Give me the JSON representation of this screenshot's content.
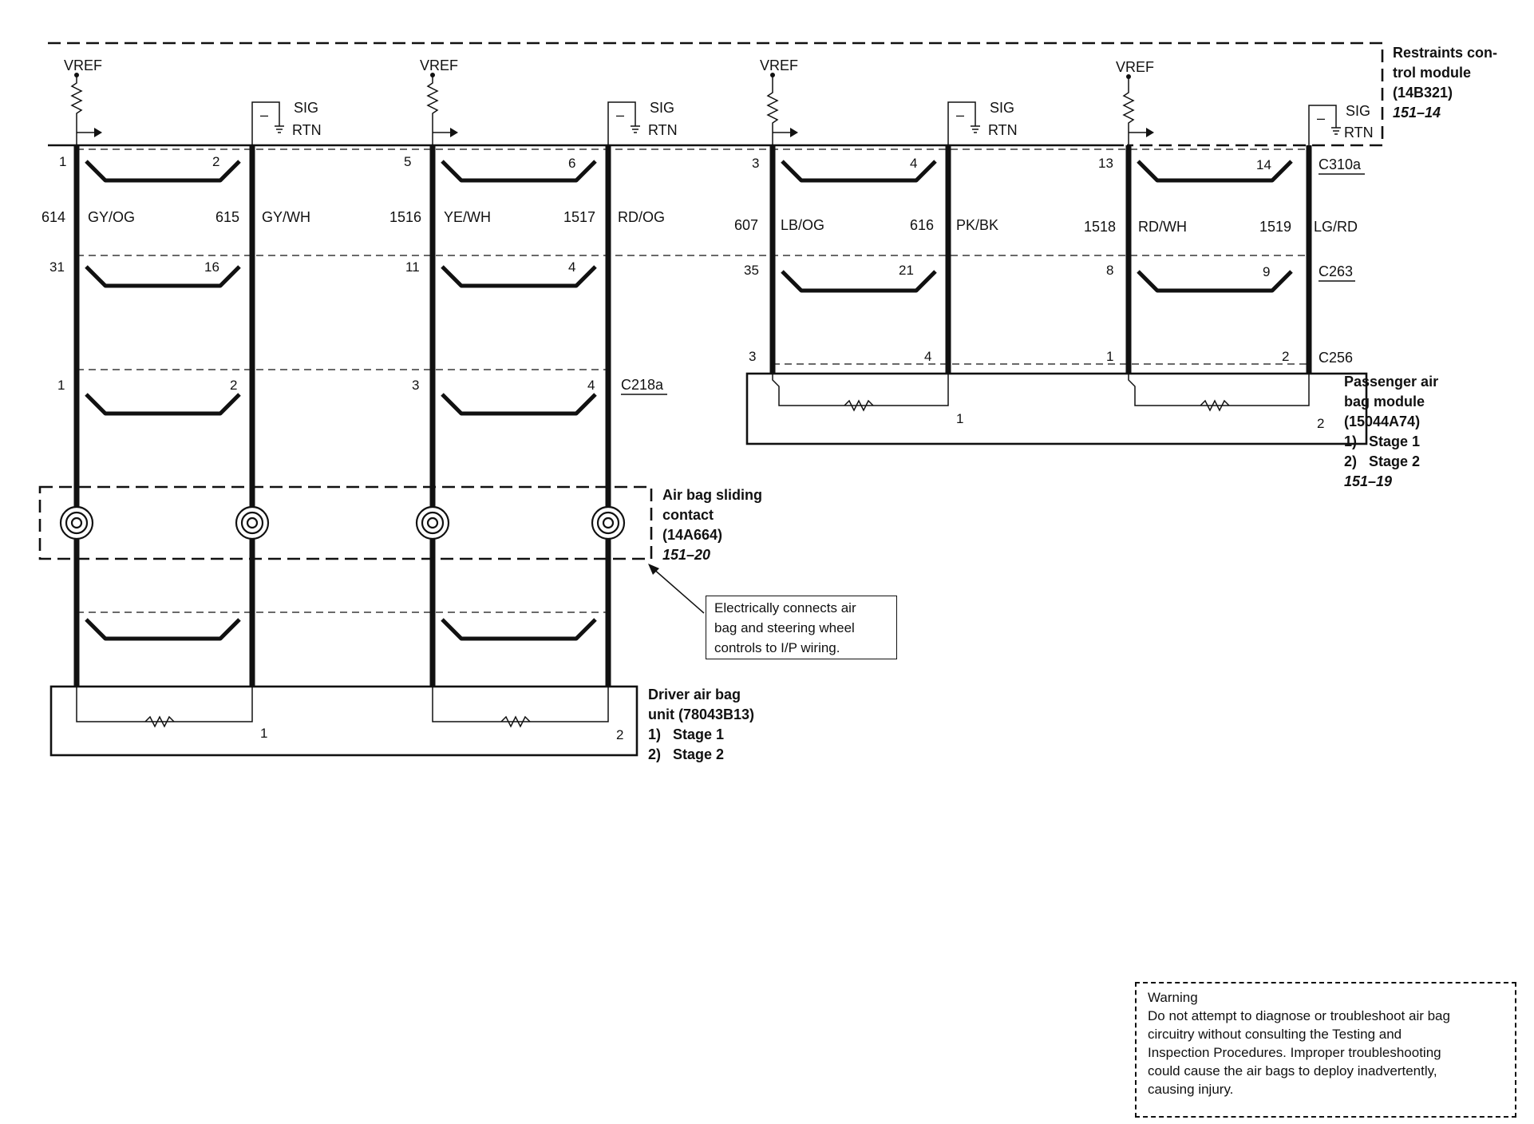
{
  "modules": {
    "rcm": {
      "lines": [
        "Restraints con-",
        "trol module",
        "(14B321)"
      ],
      "ref": "151–14"
    },
    "passenger": {
      "lines": [
        "Passenger air",
        "bag module",
        "(15044A74)",
        "1)   Stage 1",
        "2)   Stage 2"
      ],
      "ref": "151–19"
    },
    "sliding": {
      "lines": [
        "Air bag sliding",
        "contact",
        "(14A664)"
      ],
      "ref": "151–20"
    },
    "driver": {
      "lines": [
        "Driver air bag",
        "unit (78043B13)",
        "1)   Stage 1",
        "2)   Stage 2"
      ]
    }
  },
  "rcm_labels": {
    "vref": [
      "VREF",
      "VREF",
      "VREF",
      "VREF"
    ],
    "sig": [
      "SIG",
      "SIG",
      "SIG",
      "SIG"
    ],
    "rtn": [
      "RTN",
      "RTN",
      "RTN",
      "RTN"
    ],
    "minus": [
      "–",
      "–",
      "–",
      "–"
    ]
  },
  "connectors": {
    "c310a": {
      "name": "C310a",
      "pins": [
        "1",
        "2",
        "5",
        "6",
        "3",
        "4",
        "13",
        "14"
      ]
    },
    "c263": {
      "name": "C263",
      "pins": [
        "31",
        "16",
        "11",
        "4",
        "35",
        "21",
        "8",
        "9"
      ]
    },
    "c218a": {
      "name": "C218a",
      "pins": [
        "1",
        "2",
        "3",
        "4"
      ]
    },
    "c256": {
      "name": "C256",
      "pins": [
        "3",
        "4",
        "1",
        "2"
      ]
    }
  },
  "circuits": [
    {
      "num": "614",
      "color": "GY/OG"
    },
    {
      "num": "615",
      "color": "GY/WH"
    },
    {
      "num": "1516",
      "color": "YE/WH"
    },
    {
      "num": "1517",
      "color": "RD/OG"
    },
    {
      "num": "607",
      "color": "LB/OG"
    },
    {
      "num": "616",
      "color": "PK/BK"
    },
    {
      "num": "1518",
      "color": "RD/WH"
    },
    {
      "num": "1519",
      "color": "LG/RD"
    }
  ],
  "stage_pins": {
    "driver": [
      "1",
      "2"
    ],
    "passenger": [
      "1",
      "2"
    ]
  },
  "callout": {
    "lines": [
      "Electrically connects air",
      "bag and steering wheel",
      "controls to I/P wiring."
    ]
  },
  "warning": {
    "title": "Warning",
    "lines": [
      "Do not attempt to diagnose or troubleshoot air bag",
      "circuitry without consulting the Testing and",
      "Inspection Procedures. Improper troubleshooting",
      "could cause the air bags to deploy inadvertently,",
      "causing injury."
    ]
  }
}
